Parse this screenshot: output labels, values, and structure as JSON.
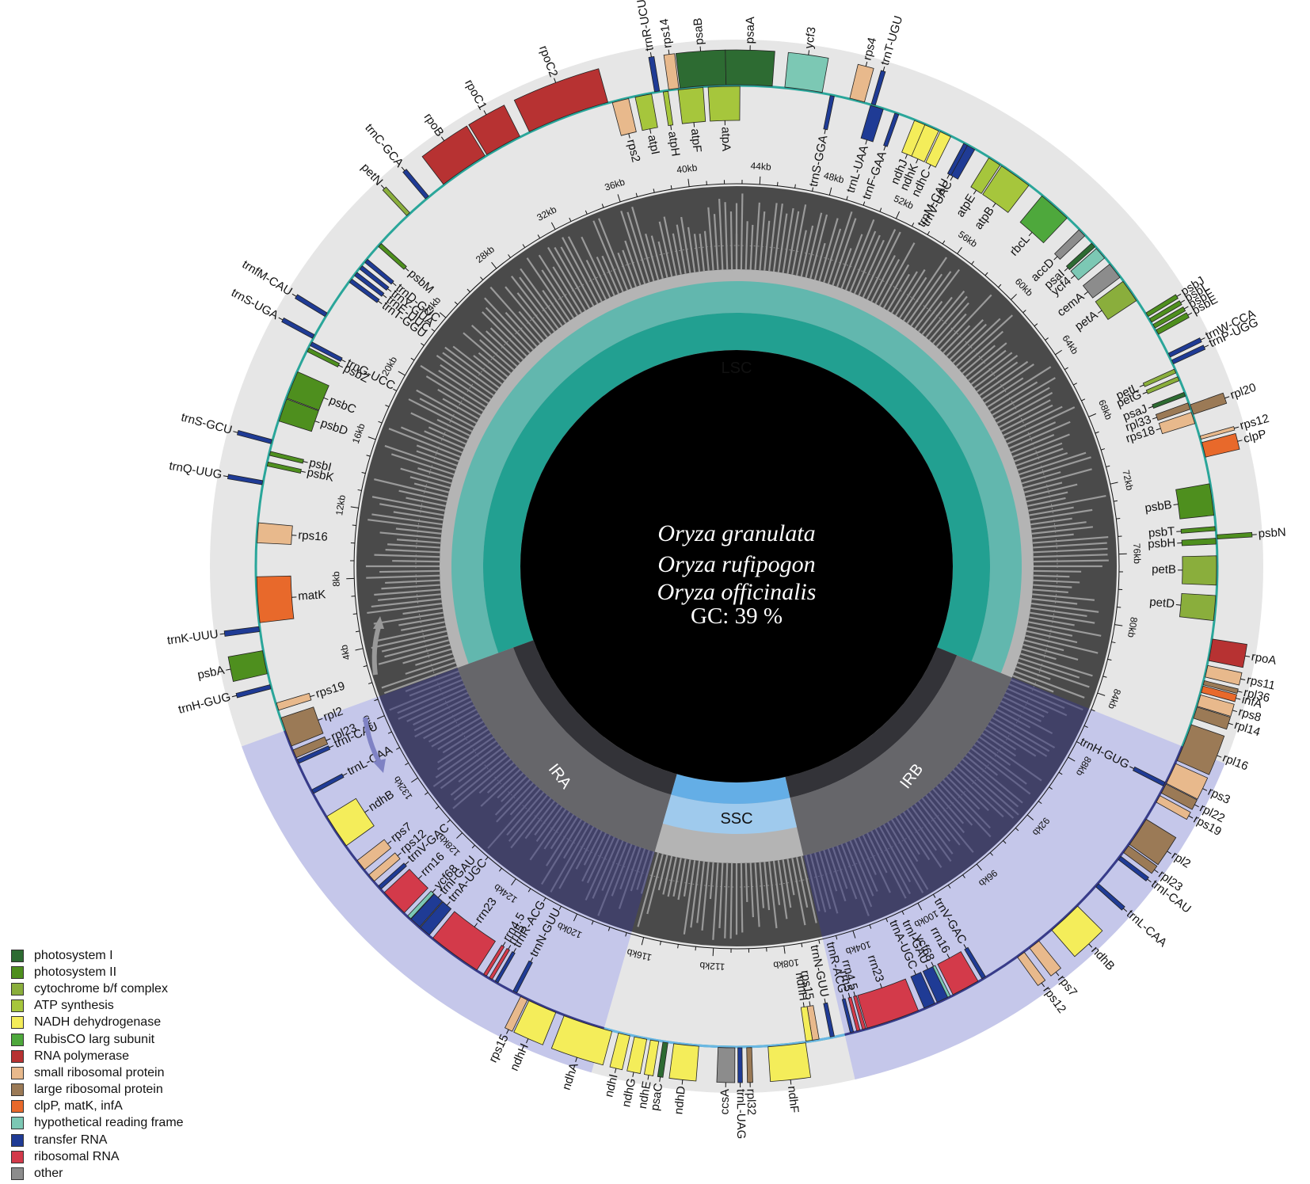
{
  "title": {
    "species": [
      "Oryza granulata",
      "Oryza rufipogon",
      "Oryza officinalis"
    ],
    "gc": "GC: 39 %"
  },
  "regions": {
    "lsc": "LSC",
    "ssc": "SSC",
    "ira": "IRA",
    "irb": "IRB"
  },
  "legend": [
    {
      "label": "photosystem I",
      "color": "#2d6b32"
    },
    {
      "label": "photosystem II",
      "color": "#4e8f1e"
    },
    {
      "label": "cytochrome b/f complex",
      "color": "#8aae3c"
    },
    {
      "label": "ATP synthesis",
      "color": "#a6c63c"
    },
    {
      "label": "NADH dehydrogenase",
      "color": "#f4ed5a"
    },
    {
      "label": "RubisCO larg subunit",
      "color": "#4ea83c"
    },
    {
      "label": "RNA polymerase",
      "color": "#b73232"
    },
    {
      "label": "small ribosomal protein",
      "color": "#e8b98c"
    },
    {
      "label": "large ribosomal protein",
      "color": "#9b7a56"
    },
    {
      "label": "clpP, matK, infA",
      "color": "#e8692b"
    },
    {
      "label": "hypothetical reading frame",
      "color": "#7cc8b4"
    },
    {
      "label": "transfer RNA",
      "color": "#1f3b95"
    },
    {
      "label": "ribosomal RNA",
      "color": "#d33a4a"
    },
    {
      "label": "other",
      "color": "#8c8c8c"
    }
  ],
  "kb_labels": [
    "0kb",
    "4kb",
    "8kb",
    "12kb",
    "16kb",
    "20kb",
    "24kb",
    "28kb",
    "32kb",
    "36kb",
    "40kb",
    "44kb",
    "48kb",
    "52kb",
    "56kb",
    "60kb",
    "64kb",
    "68kb",
    "72kb",
    "76kb",
    "80kb",
    "84kb",
    "88kb",
    "92kb",
    "96kb",
    "100kb",
    "104kb",
    "108kb",
    "112kb",
    "116kb",
    "120kb",
    "124kb",
    "128kb",
    "132kb"
  ],
  "genes": [
    {
      "name": "trnR-UCU",
      "deg": -9.5,
      "side": "out",
      "cat": "transfer RNA",
      "w": 0.6
    },
    {
      "name": "rps14",
      "deg": -7.5,
      "side": "out",
      "cat": "small ribosomal protein",
      "w": 1.2
    },
    {
      "name": "psaB",
      "deg": -4.0,
      "side": "out",
      "cat": "photosystem I",
      "w": 5.5
    },
    {
      "name": "psaA",
      "deg": 1.5,
      "side": "out",
      "cat": "photosystem I",
      "w": 5.5
    },
    {
      "name": "ycf3",
      "deg": 8.0,
      "side": "out",
      "cat": "hypothetical reading frame",
      "w": 4.5
    },
    {
      "name": "rps4",
      "deg": 14.5,
      "side": "out",
      "cat": "small ribosomal protein",
      "w": 1.8
    },
    {
      "name": "trnT-UGU",
      "deg": 16.5,
      "side": "out",
      "cat": "transfer RNA",
      "w": 0.5
    },
    {
      "name": "ndhJ",
      "deg": 22.5,
      "side": "in",
      "cat": "NADH dehydrogenase",
      "w": 1.5
    },
    {
      "name": "ndhK",
      "deg": 24.0,
      "side": "in",
      "cat": "NADH dehydrogenase",
      "w": 1.8
    },
    {
      "name": "ndhC",
      "deg": 25.8,
      "side": "in",
      "cat": "NADH dehydrogenase",
      "w": 1.4
    },
    {
      "name": "trnV-UAC",
      "deg": 29.0,
      "side": "in",
      "cat": "transfer RNA",
      "w": 1.5
    },
    {
      "name": "atpE",
      "deg": 32.5,
      "side": "in",
      "cat": "ATP synthesis",
      "w": 1.6
    },
    {
      "name": "atpB",
      "deg": 35.5,
      "side": "in",
      "cat": "ATP synthesis",
      "w": 4.0
    },
    {
      "name": "trnS-GGA",
      "deg": 11.5,
      "side": "in",
      "cat": "transfer RNA",
      "w": 0.5
    },
    {
      "name": "trnL-UAA",
      "deg": 17.0,
      "side": "in",
      "cat": "transfer RNA",
      "w": 1.6
    },
    {
      "name": "trnF-GAA",
      "deg": 19.5,
      "side": "in",
      "cat": "transfer RNA",
      "w": 0.5
    },
    {
      "name": "trnM-CAU",
      "deg": 28.5,
      "side": "in",
      "cat": "transfer RNA",
      "w": 0.5
    },
    {
      "name": "rbcL",
      "deg": 41.5,
      "side": "in",
      "cat": "RubisCO larg subunit",
      "w": 4.0
    },
    {
      "name": "accD",
      "deg": 46.0,
      "side": "in",
      "cat": "other",
      "w": 1.0
    },
    {
      "name": "psaI",
      "deg": 48.0,
      "side": "in",
      "cat": "photosystem I",
      "w": 0.6
    },
    {
      "name": "ycf4",
      "deg": 49.3,
      "side": "in",
      "cat": "hypothetical reading frame",
      "w": 1.5
    },
    {
      "name": "cemA",
      "deg": 52.0,
      "side": "in",
      "cat": "other",
      "w": 2.0
    },
    {
      "name": "petA",
      "deg": 55.0,
      "side": "in",
      "cat": "cytochrome b/f complex",
      "w": 2.8
    },
    {
      "name": "psbJ",
      "deg": 58.5,
      "side": "out",
      "cat": "photosystem II",
      "w": 0.5
    },
    {
      "name": "psbL",
      "deg": 59.3,
      "side": "out",
      "cat": "photosystem II",
      "w": 0.5
    },
    {
      "name": "psbF",
      "deg": 60.1,
      "side": "out",
      "cat": "photosystem II",
      "w": 0.5
    },
    {
      "name": "psbE",
      "deg": 60.9,
      "side": "out",
      "cat": "photosystem II",
      "w": 0.6
    },
    {
      "name": "trnW-CCA",
      "deg": 64.0,
      "side": "out",
      "cat": "transfer RNA",
      "w": 0.5
    },
    {
      "name": "trnP-UGG",
      "deg": 64.9,
      "side": "out",
      "cat": "transfer RNA",
      "w": 0.5
    },
    {
      "name": "petL",
      "deg": 66.0,
      "side": "in",
      "cat": "cytochrome b/f complex",
      "w": 0.5
    },
    {
      "name": "petG",
      "deg": 67.0,
      "side": "in",
      "cat": "cytochrome b/f complex",
      "w": 0.5
    },
    {
      "name": "psaJ",
      "deg": 69.0,
      "side": "in",
      "cat": "photosystem I",
      "w": 0.5
    },
    {
      "name": "rpl33",
      "deg": 70.5,
      "side": "in",
      "cat": "large ribosomal protein",
      "w": 0.8
    },
    {
      "name": "rps18",
      "deg": 72.0,
      "side": "in",
      "cat": "small ribosomal protein",
      "w": 1.4
    },
    {
      "name": "rpl20",
      "deg": 71.0,
      "side": "out",
      "cat": "large ribosomal protein",
      "w": 1.2
    },
    {
      "name": "rps12",
      "deg": 74.5,
      "side": "out",
      "cat": "small ribosomal protein",
      "w": 0.4
    },
    {
      "name": "clpP",
      "deg": 76.0,
      "side": "out",
      "cat": "clpP, matK, infA",
      "w": 1.8
    },
    {
      "name": "psbB",
      "deg": 82.0,
      "side": "in",
      "cat": "photosystem II",
      "w": 3.8
    },
    {
      "name": "psbN",
      "deg": 86.5,
      "side": "out",
      "cat": "photosystem II",
      "w": 0.5
    },
    {
      "name": "psbT",
      "deg": 85.5,
      "side": "in",
      "cat": "photosystem II",
      "w": 0.5
    },
    {
      "name": "psbH",
      "deg": 87.0,
      "side": "in",
      "cat": "photosystem II",
      "w": 0.7
    },
    {
      "name": "petB",
      "deg": 90.5,
      "side": "in",
      "cat": "cytochrome b/f complex",
      "w": 3.5
    },
    {
      "name": "petD",
      "deg": 95.0,
      "side": "in",
      "cat": "cytochrome b/f complex",
      "w": 3.0
    },
    {
      "name": "rpoA",
      "deg": 100.0,
      "side": "out",
      "cat": "RNA polymerase",
      "w": 2.6
    },
    {
      "name": "rps11",
      "deg": 102.6,
      "side": "out",
      "cat": "small ribosomal protein",
      "w": 1.4
    },
    {
      "name": "rpl36",
      "deg": 104.0,
      "side": "out",
      "cat": "large ribosomal protein",
      "w": 0.5
    },
    {
      "name": "infA",
      "deg": 104.8,
      "side": "out",
      "cat": "clpP, matK, infA",
      "w": 0.8
    },
    {
      "name": "rps8",
      "deg": 106.2,
      "side": "out",
      "cat": "small ribosomal protein",
      "w": 1.4
    },
    {
      "name": "rpl14",
      "deg": 107.7,
      "side": "out",
      "cat": "large ribosomal protein",
      "w": 1.4
    },
    {
      "name": "rpl16",
      "deg": 111.5,
      "side": "out",
      "cat": "large ribosomal protein",
      "w": 4.6
    },
    {
      "name": "rps3",
      "deg": 115.5,
      "side": "out",
      "cat": "small ribosomal protein",
      "w": 2.6
    },
    {
      "name": "rpl22",
      "deg": 117.5,
      "side": "out",
      "cat": "large ribosomal protein",
      "w": 1.2
    },
    {
      "name": "rps19",
      "deg": 118.9,
      "side": "out",
      "cat": "small ribosomal protein",
      "w": 0.9
    },
    {
      "name": "trnH-GUG",
      "deg": 117.0,
      "side": "in",
      "cat": "transfer RNA",
      "w": 0.5
    },
    {
      "name": "rpl2",
      "deg": 123.5,
      "side": "out",
      "cat": "large ribosomal protein",
      "w": 3.6
    },
    {
      "name": "rpl23",
      "deg": 126.0,
      "side": "out",
      "cat": "large ribosomal protein",
      "w": 1.0
    },
    {
      "name": "trnI-CAU",
      "deg": 127.3,
      "side": "out",
      "cat": "transfer RNA",
      "w": 0.5
    },
    {
      "name": "trnL-CAA",
      "deg": 131.5,
      "side": "out",
      "cat": "transfer RNA",
      "w": 0.5
    },
    {
      "name": "ndhB",
      "deg": 137.0,
      "side": "out",
      "cat": "NADH dehydrogenase",
      "w": 4.2
    },
    {
      "name": "rps7",
      "deg": 141.8,
      "side": "out",
      "cat": "small ribosomal protein",
      "w": 1.4
    },
    {
      "name": "rps12",
      "deg": 143.8,
      "side": "out",
      "cat": "small ribosomal protein",
      "w": 1.0
    },
    {
      "name": "trnV-GAC",
      "deg": 149.0,
      "side": "in",
      "cat": "transfer RNA",
      "w": 0.5
    },
    {
      "name": "rrn16",
      "deg": 151.5,
      "side": "in",
      "cat": "ribosomal RNA",
      "w": 3.4
    },
    {
      "name": "ycf68",
      "deg": 153.8,
      "side": "in",
      "cat": "hypothetical reading frame",
      "w": 0.5
    },
    {
      "name": "trnI-GAU",
      "deg": 154.6,
      "side": "in",
      "cat": "transfer RNA",
      "w": 1.4
    },
    {
      "name": "trnA-UGC",
      "deg": 156.3,
      "side": "in",
      "cat": "transfer RNA",
      "w": 1.4
    },
    {
      "name": "rrn23",
      "deg": 161.0,
      "side": "in",
      "cat": "ribosomal RNA",
      "w": 6.5
    },
    {
      "name": "rrn4.5",
      "deg": 164.6,
      "side": "in",
      "cat": "ribosomal RNA",
      "w": 0.4
    },
    {
      "name": "rrn5",
      "deg": 165.3,
      "side": "in",
      "cat": "ribosomal RNA",
      "w": 0.4
    },
    {
      "name": "trnR-ACG",
      "deg": 166.1,
      "side": "in",
      "cat": "transfer RNA",
      "w": 0.4
    },
    {
      "name": "trnN-GUU",
      "deg": 168.5,
      "side": "in",
      "cat": "transfer RNA",
      "w": 0.5
    },
    {
      "name": "rps15",
      "deg": 170.5,
      "side": "in",
      "cat": "small ribosomal protein",
      "w": 0.8
    },
    {
      "name": "ndhH",
      "deg": 171.3,
      "side": "in",
      "cat": "NADH dehydrogenase",
      "w": 0.8
    },
    {
      "name": "ndhF",
      "deg": 174.0,
      "side": "out",
      "cat": "NADH dehydrogenase",
      "w": 4.5
    },
    {
      "name": "rpl32",
      "deg": 178.5,
      "side": "out",
      "cat": "large ribosomal protein",
      "w": 0.6
    },
    {
      "name": "trnL-UAG",
      "deg": 179.6,
      "side": "out",
      "cat": "transfer RNA",
      "w": 0.5
    },
    {
      "name": "ccsA",
      "deg": 181.2,
      "side": "out",
      "cat": "other",
      "w": 2.0
    },
    {
      "name": "ndhD",
      "deg": 186.0,
      "side": "out",
      "cat": "NADH dehydrogenase",
      "w": 3.0
    },
    {
      "name": "psaC",
      "deg": 188.5,
      "side": "out",
      "cat": "photosystem I",
      "w": 0.6
    },
    {
      "name": "ndhE",
      "deg": 189.8,
      "side": "out",
      "cat": "NADH dehydrogenase",
      "w": 1.0
    },
    {
      "name": "ndhG",
      "deg": 191.5,
      "side": "out",
      "cat": "NADH dehydrogenase",
      "w": 1.5
    },
    {
      "name": "ndhI",
      "deg": 193.5,
      "side": "out",
      "cat": "NADH dehydrogenase",
      "w": 1.4
    },
    {
      "name": "ndhA",
      "deg": 198.0,
      "side": "out",
      "cat": "NADH dehydrogenase",
      "w": 6.0
    },
    {
      "name": "ndhH",
      "deg": 203.8,
      "side": "out",
      "cat": "NADH dehydrogenase",
      "w": 3.5
    },
    {
      "name": "rps15",
      "deg": 206.2,
      "side": "out",
      "cat": "small ribosomal protein",
      "w": 0.9
    },
    {
      "name": "trnN-GUU",
      "deg": 207.5,
      "side": "in",
      "cat": "transfer RNA",
      "w": 0.5
    },
    {
      "name": "trnR-ACG",
      "deg": 210.0,
      "side": "in",
      "cat": "transfer RNA",
      "w": 0.4
    },
    {
      "name": "rrn5",
      "deg": 210.8,
      "side": "in",
      "cat": "ribosomal RNA",
      "w": 0.4
    },
    {
      "name": "rrn4.5",
      "deg": 211.6,
      "side": "in",
      "cat": "ribosomal RNA",
      "w": 0.4
    },
    {
      "name": "rrn23",
      "deg": 216.0,
      "side": "in",
      "cat": "ribosomal RNA",
      "w": 6.5
    },
    {
      "name": "trnA-UGC",
      "deg": 220.5,
      "side": "in",
      "cat": "transfer RNA",
      "w": 1.4
    },
    {
      "name": "trnI-GAU",
      "deg": 222.0,
      "side": "in",
      "cat": "transfer RNA",
      "w": 1.4
    },
    {
      "name": "ycf68",
      "deg": 223.0,
      "side": "in",
      "cat": "hypothetical reading frame",
      "w": 0.5
    },
    {
      "name": "rrn16",
      "deg": 225.5,
      "side": "in",
      "cat": "ribosomal RNA",
      "w": 3.4
    },
    {
      "name": "trnV-GAC",
      "deg": 228.0,
      "side": "in",
      "cat": "transfer RNA",
      "w": 0.5
    },
    {
      "name": "rps12",
      "deg": 229.5,
      "side": "in",
      "cat": "small ribosomal protein",
      "w": 1.0
    },
    {
      "name": "rps7",
      "deg": 231.5,
      "side": "in",
      "cat": "small ribosomal protein",
      "w": 1.4
    },
    {
      "name": "ndhB",
      "deg": 236.5,
      "side": "in",
      "cat": "NADH dehydrogenase",
      "w": 4.2
    },
    {
      "name": "trnL-CAA",
      "deg": 242.0,
      "side": "in",
      "cat": "transfer RNA",
      "w": 0.5
    },
    {
      "name": "trnI-CAU",
      "deg": 246.0,
      "side": "in",
      "cat": "transfer RNA",
      "w": 0.5
    },
    {
      "name": "rpl23",
      "deg": 247.0,
      "side": "in",
      "cat": "large ribosomal protein",
      "w": 1.0
    },
    {
      "name": "rpl2",
      "deg": 249.8,
      "side": "in",
      "cat": "large ribosomal protein",
      "w": 3.6
    },
    {
      "name": "rps19",
      "deg": 253.0,
      "side": "in",
      "cat": "small ribosomal protein",
      "w": 0.9
    },
    {
      "name": "trnH-GUG",
      "deg": 255.5,
      "side": "out",
      "cat": "transfer RNA",
      "w": 0.5
    },
    {
      "name": "psbA",
      "deg": 258.5,
      "side": "out",
      "cat": "photosystem II",
      "w": 2.8
    },
    {
      "name": "matK",
      "deg": 266.0,
      "side": "in",
      "cat": "clpP, matK, infA",
      "w": 5.5
    },
    {
      "name": "trnK-UUU",
      "deg": 262.5,
      "side": "out",
      "cat": "transfer RNA",
      "w": 0.6
    },
    {
      "name": "rps16",
      "deg": 274.0,
      "side": "in",
      "cat": "small ribosomal protein",
      "w": 2.4
    },
    {
      "name": "trnQ-UUG",
      "deg": 280.0,
      "side": "out",
      "cat": "transfer RNA",
      "w": 0.5
    },
    {
      "name": "psbK",
      "deg": 282.3,
      "side": "in",
      "cat": "photosystem II",
      "w": 0.5
    },
    {
      "name": "psbI",
      "deg": 283.6,
      "side": "in",
      "cat": "photosystem II",
      "w": 0.5
    },
    {
      "name": "trnS-GCU",
      "deg": 285.0,
      "side": "out",
      "cat": "transfer RNA",
      "w": 0.5
    },
    {
      "name": "psbD",
      "deg": 289.0,
      "side": "in",
      "cat": "photosystem II",
      "w": 2.8
    },
    {
      "name": "psbC",
      "deg": 292.2,
      "side": "in",
      "cat": "photosystem II",
      "w": 3.4
    },
    {
      "name": "psbZ",
      "deg": 296.8,
      "side": "in",
      "cat": "photosystem II",
      "w": 0.5
    },
    {
      "name": "trnG-UCC",
      "deg": 297.6,
      "side": "in",
      "cat": "transfer RNA",
      "w": 0.5
    },
    {
      "name": "trnS-UGA",
      "deg": 298.5,
      "side": "out",
      "cat": "transfer RNA",
      "w": 0.5
    },
    {
      "name": "trnfM-CAU",
      "deg": 301.5,
      "side": "out",
      "cat": "transfer RNA",
      "w": 0.5
    },
    {
      "name": "trnT-GGU",
      "deg": 306.5,
      "side": "in",
      "cat": "transfer RNA",
      "w": 0.5
    },
    {
      "name": "trnE-UUC",
      "deg": 307.5,
      "side": "in",
      "cat": "transfer RNA",
      "w": 0.5
    },
    {
      "name": "trnY-GUA",
      "deg": 308.5,
      "side": "in",
      "cat": "transfer RNA",
      "w": 0.5
    },
    {
      "name": "trnD-GUC",
      "deg": 309.5,
      "side": "in",
      "cat": "transfer RNA",
      "w": 0.5
    },
    {
      "name": "psbM",
      "deg": 312.0,
      "side": "in",
      "cat": "photosystem II",
      "w": 0.5
    },
    {
      "name": "petN",
      "deg": 317.0,
      "side": "out",
      "cat": "cytochrome b/f complex",
      "w": 0.5
    },
    {
      "name": "trnC-GCA",
      "deg": 320.0,
      "side": "out",
      "cat": "transfer RNA",
      "w": 0.5
    },
    {
      "name": "rpoB",
      "deg": 325.5,
      "side": "out",
      "cat": "RNA polymerase",
      "w": 6.0
    },
    {
      "name": "rpoC1",
      "deg": 331.0,
      "side": "out",
      "cat": "RNA polymerase",
      "w": 4.5
    },
    {
      "name": "rpoC2",
      "deg": 339.5,
      "side": "out",
      "cat": "RNA polymerase",
      "w": 10.0
    },
    {
      "name": "rps2",
      "deg": 346.0,
      "side": "in",
      "cat": "small ribosomal protein",
      "w": 2.0
    },
    {
      "name": "atpI",
      "deg": 348.8,
      "side": "in",
      "cat": "ATP synthesis",
      "w": 2.0
    },
    {
      "name": "atpH",
      "deg": 351.5,
      "side": "in",
      "cat": "ATP synthesis",
      "w": 0.6
    },
    {
      "name": "atpF",
      "deg": 354.5,
      "side": "in",
      "cat": "ATP synthesis",
      "w": 3.0
    },
    {
      "name": "atpA",
      "deg": 358.5,
      "side": "in",
      "cat": "ATP synthesis",
      "w": 3.8
    }
  ]
}
